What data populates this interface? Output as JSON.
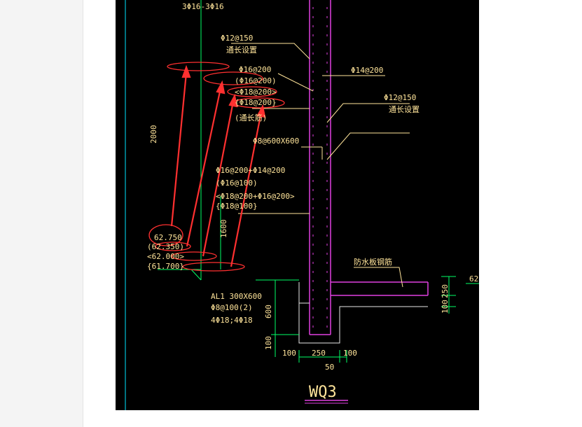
{
  "drawing": {
    "title": "WQ3",
    "colors": {
      "background": "#000000",
      "wall": "#e040e0",
      "dimension": "#00ff66",
      "grid": "#00e5ff",
      "leader": "#ffe49a",
      "annotation_arrow": "#ff3030",
      "annotation_ellipse": "#ff3030"
    },
    "labels": {
      "top_rebar": "3Φ16-3Φ16",
      "dist_note_1": "Φ12@150",
      "dist_note_1_sub": "通长设置",
      "horiz_rebar": "Φ14@200",
      "dist_note_2": "Φ12@150",
      "dist_note_2_sub": "通长设置",
      "vert_rebar_1": "Φ16@200",
      "vert_rebar_2": "(Φ16@200)",
      "vert_rebar_3": "<Φ18@200>",
      "vert_rebar_4": "{Φ18@200}",
      "through_note": "(通长筋)",
      "tie_rebar": "Φ8@600X600",
      "lower_rebar_1": "Φ16@200+Φ14@200",
      "lower_rebar_2": "(Φ16@100)",
      "lower_rebar_3": "<Φ18@200+Φ16@200>",
      "lower_rebar_4": "{Φ18@100}",
      "elev_1": "62.750",
      "elev_2": "(62.350)",
      "elev_3": "<62.000>",
      "elev_4": "{61.700}",
      "side_elev": "62",
      "vertical_note": "2000",
      "dim_1600": "1600",
      "dim_600": "600",
      "dim_100_left": "100",
      "beam_name": "AL1 300X600",
      "beam_stirrup": "Φ8@100(2)",
      "beam_bars": "4Φ18;4Φ18",
      "waterproof_note": "防水板钢筋",
      "dim_100_a": "100",
      "dim_250_bottom": "250",
      "dim_100_b": "100",
      "dim_50": "50",
      "dim_250_right": "250",
      "dim_100_right": "100"
    }
  }
}
